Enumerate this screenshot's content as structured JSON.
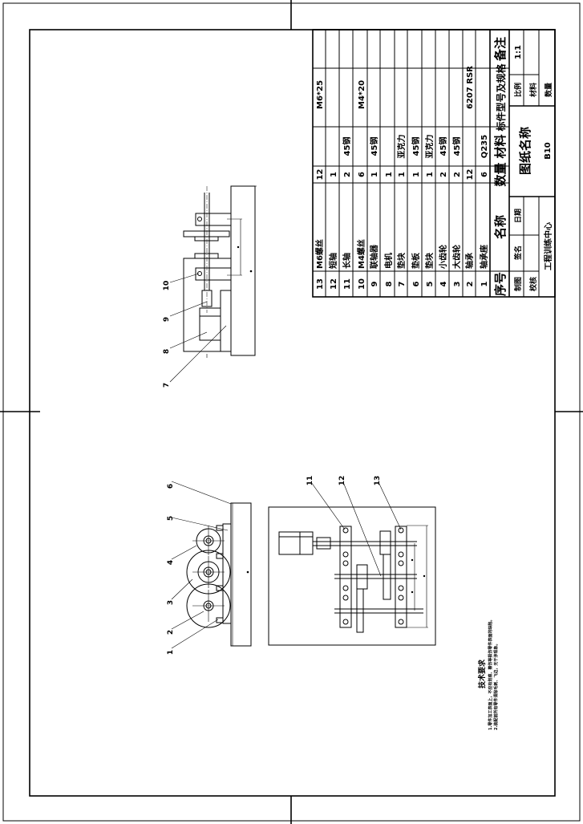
{
  "parts_table": {
    "headers": {
      "no": "序号",
      "name": "名称",
      "qty": "数量",
      "material": "材料",
      "spec": "标件型号及规格",
      "remark": "备注"
    },
    "rows": [
      {
        "no": "13",
        "name": "M6螺丝",
        "qty": "12",
        "material": "",
        "spec": "M6*25",
        "remark": ""
      },
      {
        "no": "12",
        "name": "短轴",
        "qty": "1",
        "material": "",
        "spec": "",
        "remark": ""
      },
      {
        "no": "11",
        "name": "长轴",
        "qty": "2",
        "material": "45钢",
        "spec": "",
        "remark": ""
      },
      {
        "no": "10",
        "name": "M4螺丝",
        "qty": "6",
        "material": "",
        "spec": "M4*20",
        "remark": ""
      },
      {
        "no": "9",
        "name": "联轴器",
        "qty": "1",
        "material": "45钢",
        "spec": "",
        "remark": ""
      },
      {
        "no": "8",
        "name": "电机",
        "qty": "1",
        "material": "",
        "spec": "",
        "remark": ""
      },
      {
        "no": "7",
        "name": "垫块",
        "qty": "1",
        "material": "亚克力",
        "spec": "",
        "remark": ""
      },
      {
        "no": "6",
        "name": "垫板",
        "qty": "1",
        "material": "45钢",
        "spec": "",
        "remark": ""
      },
      {
        "no": "5",
        "name": "垫块",
        "qty": "1",
        "material": "亚克力",
        "spec": "",
        "remark": ""
      },
      {
        "no": "4",
        "name": "小齿轮",
        "qty": "2",
        "material": "45钢",
        "spec": "",
        "remark": ""
      },
      {
        "no": "3",
        "name": "大齿轮",
        "qty": "2",
        "material": "45钢",
        "spec": "",
        "remark": ""
      },
      {
        "no": "2",
        "name": "轴承",
        "qty": "12",
        "material": "",
        "spec": "6207 RSR",
        "remark": ""
      },
      {
        "no": "1",
        "name": "轴承座",
        "qty": "6",
        "material": "Q235",
        "spec": "",
        "remark": ""
      }
    ]
  },
  "title_block": {
    "drawn_by_label": "制图",
    "checked_by_label": "校核",
    "signature_label": "签名",
    "date_label": "日期",
    "drawing_name": "图纸名称",
    "drawing_number": "B10",
    "scale_label": "比例",
    "scale": "1:1",
    "material_label": "材料",
    "quantity_label": "数量",
    "organization": "工程训练中心"
  },
  "technical_requirements": {
    "title": "技术要求",
    "items": [
      "1.零件加工表面上，不应有划痕、擦伤等损伤零件表面的缺陷。",
      "2.装配前所有零件清除毛刺、飞边，无干涉现象。"
    ]
  },
  "balloons": {
    "top_view": [
      "10",
      "9",
      "8",
      "7"
    ],
    "side_view": [
      "6",
      "5",
      "4",
      "3",
      "2",
      "1"
    ],
    "plan_view": [
      "11",
      "12",
      "13"
    ]
  }
}
